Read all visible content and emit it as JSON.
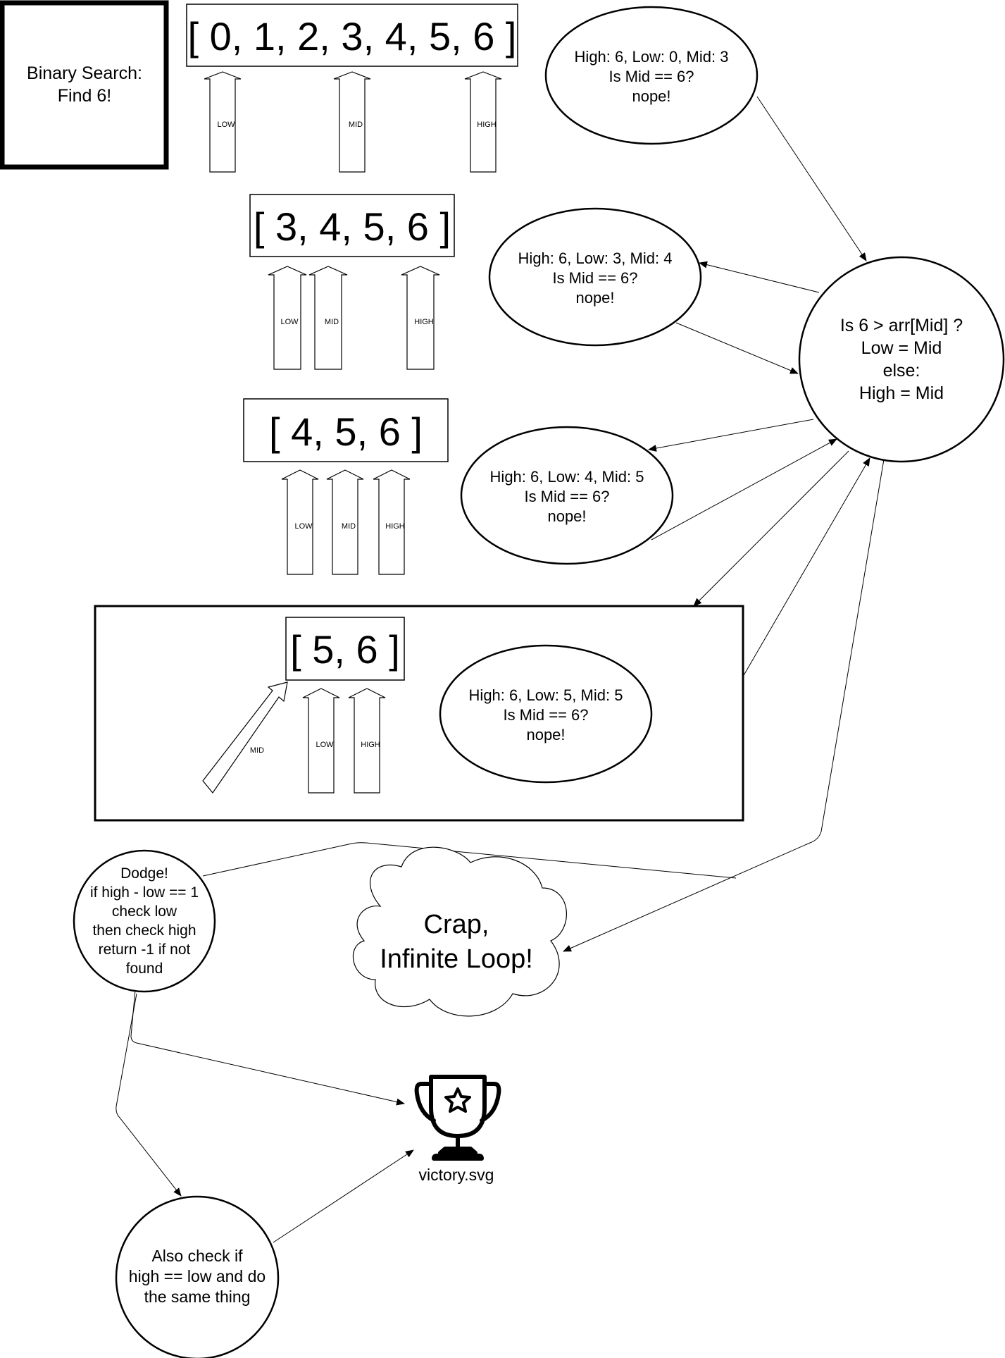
{
  "title_box": {
    "lines": [
      "Binary Search:",
      "Find 6!"
    ]
  },
  "arrays": [
    {
      "text": "[ 0, 1, 2, 3, 4, 5, 6 ]",
      "pointers": [
        "LOW",
        "MID",
        "HIGH"
      ]
    },
    {
      "text": "[ 3, 4, 5, 6 ]",
      "pointers": [
        "LOW",
        "MID",
        "HIGH"
      ]
    },
    {
      "text": "[ 4, 5, 6 ]",
      "pointers": [
        "LOW",
        "MID",
        "HIGH"
      ]
    },
    {
      "text": "[ 5, 6 ]",
      "pointers": [
        "MID",
        "LOW",
        "HIGH"
      ]
    }
  ],
  "state_ellipses": [
    {
      "lines": [
        "High: 6, Low: 0, Mid: 3",
        "Is Mid == 6?",
        "nope!"
      ]
    },
    {
      "lines": [
        "High: 6, Low: 3, Mid: 4",
        "Is Mid == 6?",
        "nope!"
      ]
    },
    {
      "lines": [
        "High: 6, Low: 4, Mid: 5",
        "Is Mid == 6?",
        "nope!"
      ]
    },
    {
      "lines": [
        "High: 6, Low: 5, Mid: 5",
        "Is Mid == 6?",
        "nope!"
      ]
    }
  ],
  "decision_circle": {
    "lines": [
      "Is 6 > arr[Mid] ?",
      "Low = Mid",
      "else:",
      "High = Mid"
    ]
  },
  "cloud": {
    "lines": [
      "Crap,",
      "Infinite Loop!"
    ]
  },
  "dodge_circle": {
    "lines": [
      "Dodge!",
      "if high - low == 1",
      "check low",
      "then check high",
      "return -1 if not",
      "found"
    ]
  },
  "also_circle": {
    "lines": [
      "Also check if",
      "high == low and do",
      "the same thing"
    ]
  },
  "trophy": {
    "icon": "trophy-icon",
    "label": "victory.svg"
  }
}
